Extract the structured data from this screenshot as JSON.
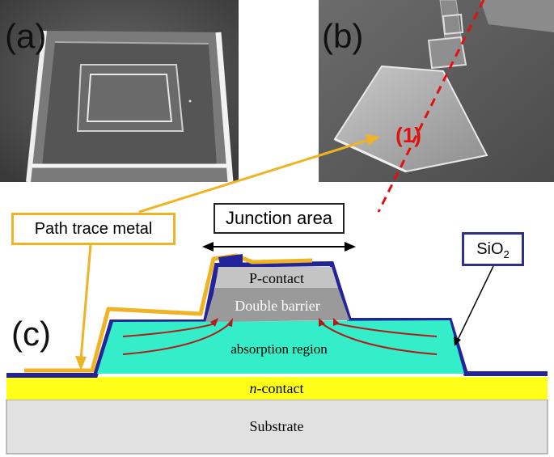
{
  "panels": {
    "a_label": "(a)",
    "b_label": "(b)",
    "c_label": "(c)",
    "marker_1": "(1)"
  },
  "callouts": {
    "path_trace_metal": "Path trace metal",
    "junction_area": "Junction area",
    "sio2_main": "SiO",
    "sio2_sub": "2"
  },
  "layers": {
    "p_contact": "P-contact",
    "double_barrier": "Double barrier",
    "absorption_region": "absorption region",
    "n_contact_italic": "n",
    "n_contact_rest": "-contact",
    "substrate": "Substrate"
  },
  "colors": {
    "substrate": "#e1e1e1",
    "n_contact": "#ffff1a",
    "absorption": "#33eec8",
    "double_barrier": "#9a9a9a",
    "p_contact": "#c4c4c4",
    "sio2_outline": "#24249a",
    "metal_trace": "#f0b323",
    "arrows": "#b31b1b",
    "marker_red": "#e11111"
  }
}
